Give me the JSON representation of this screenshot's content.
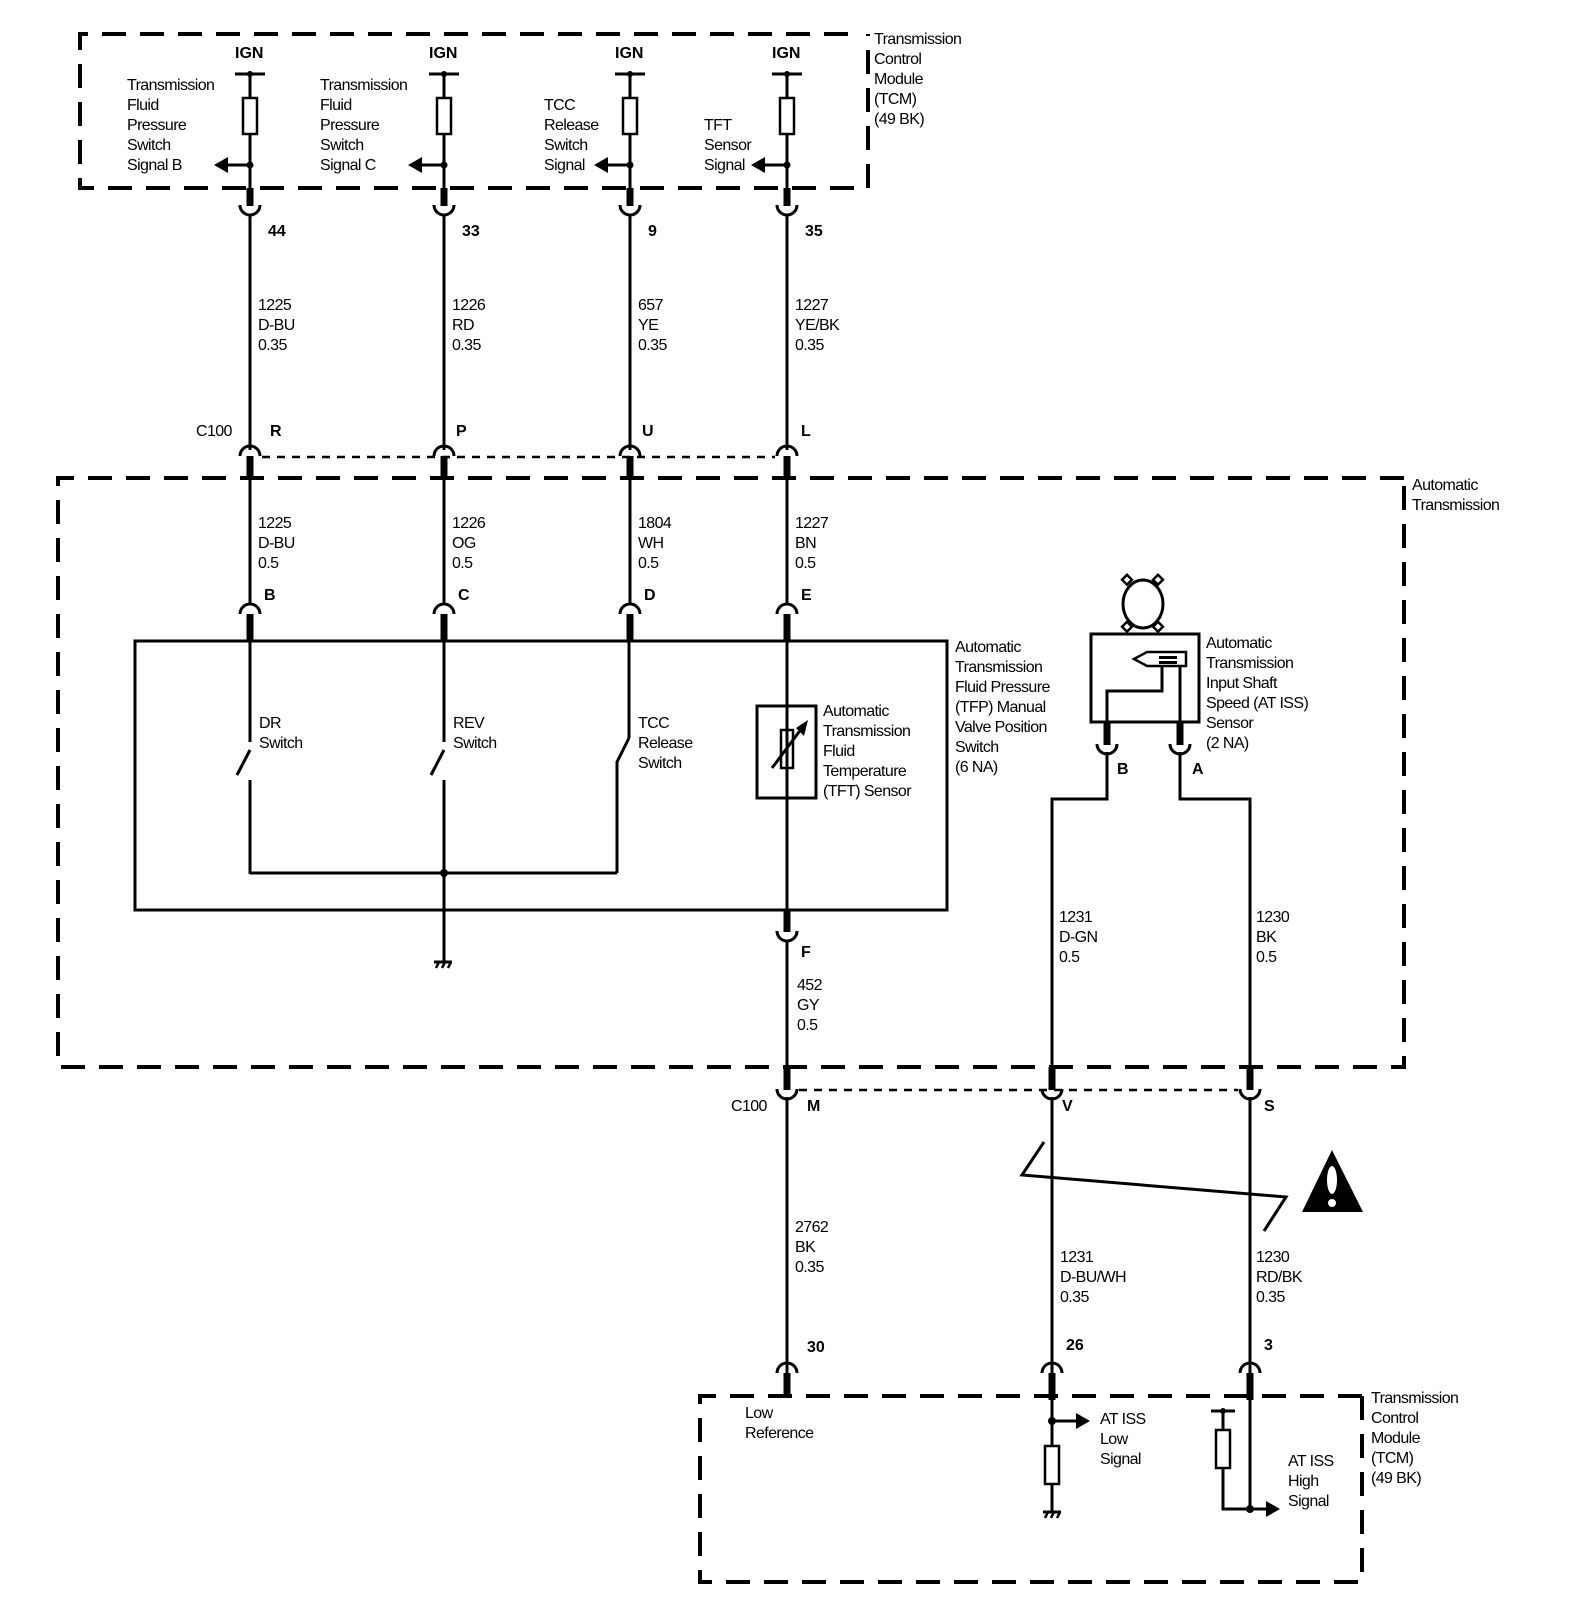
{
  "diagram": {
    "title": "Automatic Transmission Input Shaft Speed / TFP Manual Valve Position Switch / TFT Sensor Wiring",
    "colors": {
      "ink": "#000000",
      "background": "#ffffff"
    },
    "modules": {
      "tcm_top": {
        "lines": [
          "Transmission",
          "Control",
          "Module",
          "(TCM)",
          "(49 BK)"
        ]
      },
      "tcm_bottom": {
        "lines": [
          "Transmission",
          "Control",
          "Module",
          "(TCM)",
          "(49 BK)"
        ]
      },
      "automatic_transmission": {
        "lines": [
          "Automatic",
          "Transmission"
        ]
      }
    },
    "tcm_top_circuits": [
      {
        "supply": "IGN",
        "signal_lines": [
          "Transmission",
          "Fluid",
          "Pressure",
          "Switch",
          "Signal B"
        ],
        "tcm_pin": "44",
        "upper_wire": {
          "circuit": "1225",
          "color": "D-BU",
          "size": "0.35"
        },
        "c100_pin": "R",
        "lower_wire": {
          "circuit": "1225",
          "color": "D-BU",
          "size": "0.5"
        },
        "component_pin": "B",
        "switch_lines": [
          "DR",
          "Switch"
        ]
      },
      {
        "supply": "IGN",
        "signal_lines": [
          "Transmission",
          "Fluid",
          "Pressure",
          "Switch",
          "Signal C"
        ],
        "tcm_pin": "33",
        "upper_wire": {
          "circuit": "1226",
          "color": "RD",
          "size": "0.35"
        },
        "c100_pin": "P",
        "lower_wire": {
          "circuit": "1226",
          "color": "OG",
          "size": "0.5"
        },
        "component_pin": "C",
        "switch_lines": [
          "REV",
          "Switch"
        ]
      },
      {
        "supply": "IGN",
        "signal_lines": [
          "TCC",
          "Release",
          "Switch",
          "Signal"
        ],
        "tcm_pin": "9",
        "upper_wire": {
          "circuit": "657",
          "color": "YE",
          "size": "0.35"
        },
        "c100_pin": "U",
        "lower_wire": {
          "circuit": "1804",
          "color": "WH",
          "size": "0.5"
        },
        "component_pin": "D",
        "switch_lines": [
          "TCC",
          "Release",
          "Switch"
        ]
      },
      {
        "supply": "IGN",
        "signal_lines": [
          "TFT",
          "Sensor",
          "Signal"
        ],
        "tcm_pin": "35",
        "upper_wire": {
          "circuit": "1227",
          "color": "YE/BK",
          "size": "0.35"
        },
        "c100_pin": "L",
        "lower_wire": {
          "circuit": "1227",
          "color": "BN",
          "size": "0.5"
        },
        "component_pin": "E"
      }
    ],
    "c100_label": "C100",
    "tfp_switch": {
      "lines": [
        "Automatic",
        "Transmission",
        "Fluid Pressure",
        "(TFP) Manual",
        "Valve Position",
        "Switch",
        "(6 NA)"
      ]
    },
    "tft_sensor": {
      "lines": [
        "Automatic",
        "Transmission",
        "Fluid",
        "Temperature",
        "(TFT) Sensor"
      ]
    },
    "tft_return": {
      "component_pin": "F",
      "wire_inside": {
        "circuit": "452",
        "color": "GY",
        "size": "0.5"
      },
      "c100_pin": "M",
      "wire_outside": {
        "circuit": "2762",
        "color": "BK",
        "size": "0.35"
      },
      "tcm_pin": "30",
      "tcm_label_lines": [
        "Low",
        "Reference"
      ]
    },
    "iss_sensor": {
      "lines": [
        "Automatic",
        "Transmission",
        "Input Shaft",
        "Speed (AT ISS)",
        "Sensor",
        "(2 NA)"
      ],
      "pins": [
        "B",
        "A"
      ]
    },
    "iss_low": {
      "sensor_pin": "B",
      "wire_inside": {
        "circuit": "1231",
        "color": "D-GN",
        "size": "0.5"
      },
      "c100_pin": "V",
      "wire_outside": {
        "circuit": "1231",
        "color": "D-BU/WH",
        "size": "0.35"
      },
      "tcm_pin": "26",
      "signal_lines": [
        "AT ISS",
        "Low",
        "Signal"
      ]
    },
    "iss_high": {
      "sensor_pin": "A",
      "wire_inside": {
        "circuit": "1230",
        "color": "BK",
        "size": "0.5"
      },
      "c100_pin": "S",
      "wire_outside": {
        "circuit": "1230",
        "color": "RD/BK",
        "size": "0.35"
      },
      "tcm_pin": "3",
      "signal_lines": [
        "AT ISS",
        "High",
        "Signal"
      ]
    },
    "icons": [
      "ground-icon",
      "resistor-icon",
      "switch-icon",
      "thermistor-icon",
      "connector-icon",
      "arrow-icon",
      "twisted-pair-icon",
      "warning-icon",
      "gear-symbol-icon"
    ]
  }
}
